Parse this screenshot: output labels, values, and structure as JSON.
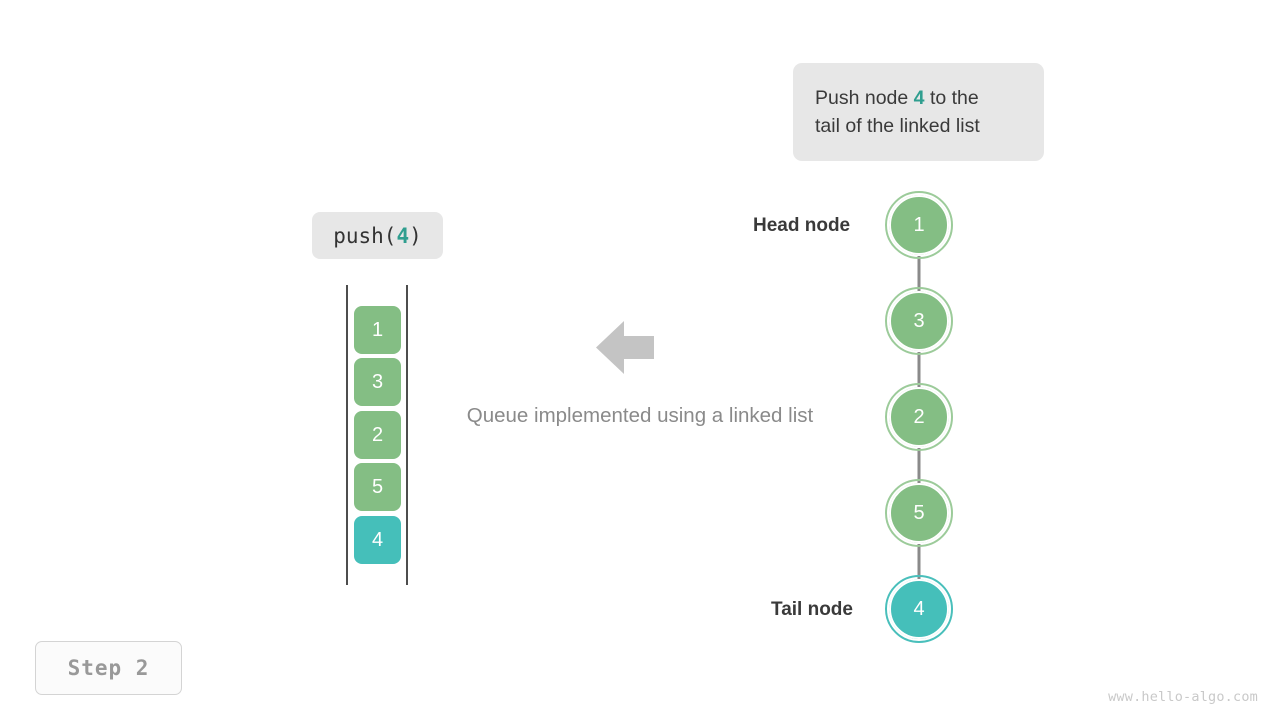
{
  "callout": {
    "prefix": "Push node ",
    "highlight": "4",
    "suffix": " to the",
    "line2": "tail of the linked list"
  },
  "operation_chip": {
    "prefix": "push(",
    "arg": "4",
    "suffix": ")"
  },
  "queue": {
    "title": "Queue implemented using a linked list",
    "items": [
      {
        "value": "1",
        "state": "normal"
      },
      {
        "value": "3",
        "state": "normal"
      },
      {
        "value": "2",
        "state": "normal"
      },
      {
        "value": "5",
        "state": "normal"
      },
      {
        "value": "4",
        "state": "highlight"
      }
    ]
  },
  "linked_list": {
    "head_label": "Head node",
    "tail_label": "Tail node",
    "nodes": [
      {
        "value": "1",
        "state": "normal"
      },
      {
        "value": "3",
        "state": "normal"
      },
      {
        "value": "2",
        "state": "normal"
      },
      {
        "value": "5",
        "state": "normal"
      },
      {
        "value": "4",
        "state": "highlight"
      }
    ]
  },
  "step_badge": "Step  2",
  "watermark": "www.hello-algo.com",
  "colors": {
    "node_green": "#84be84",
    "node_green_ring": "#9ccb9a",
    "node_teal": "#45bfba",
    "node_teal_ring": "#49bfbb",
    "accent_teal_text": "#2f9e8f",
    "chip_bg": "#e7e7e7",
    "arrow_gray": "#8a8a8a",
    "caption_gray": "#8a8a8a",
    "rail_gray": "#4d4d4d",
    "label_dark": "#3a3a3a",
    "step_gray": "#999999",
    "watermark_gray": "#c9c9c9"
  }
}
